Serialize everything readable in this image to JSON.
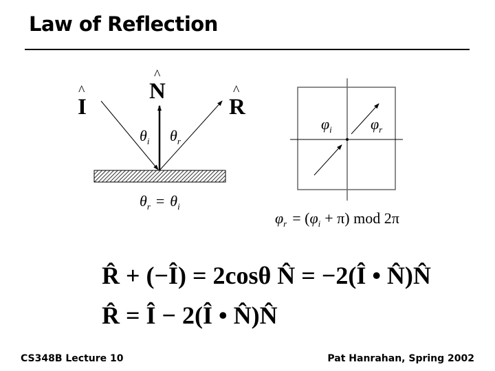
{
  "slide": {
    "title": "Law of Reflection",
    "footer_left": "CS348B Lecture 10",
    "footer_right": "Pat Hanrahan, Spring 2002"
  },
  "left_diagram": {
    "incident_label": "I",
    "normal_label": "N",
    "reflected_label": "R",
    "hat": "^",
    "theta": "θ",
    "sub_i": "i",
    "sub_r": "r",
    "equals": "=",
    "caption_sub_r": "r",
    "caption_sub_i": "i"
  },
  "right_diagram": {
    "phi": "φ",
    "sub_i": "i",
    "sub_r": "r",
    "eq_lhs_sub": "r",
    "eq_rest": "= (",
    "eq_sub_i": "i",
    "eq_plus_pi": "+ π",
    "eq_close": ") mod 2π"
  },
  "equations": {
    "line1": "R̂ + (−Î) = 2cosθ N̂ = −2(Î • N̂)N̂",
    "line2": "R̂ = Î − 2(Î • N̂)N̂"
  }
}
